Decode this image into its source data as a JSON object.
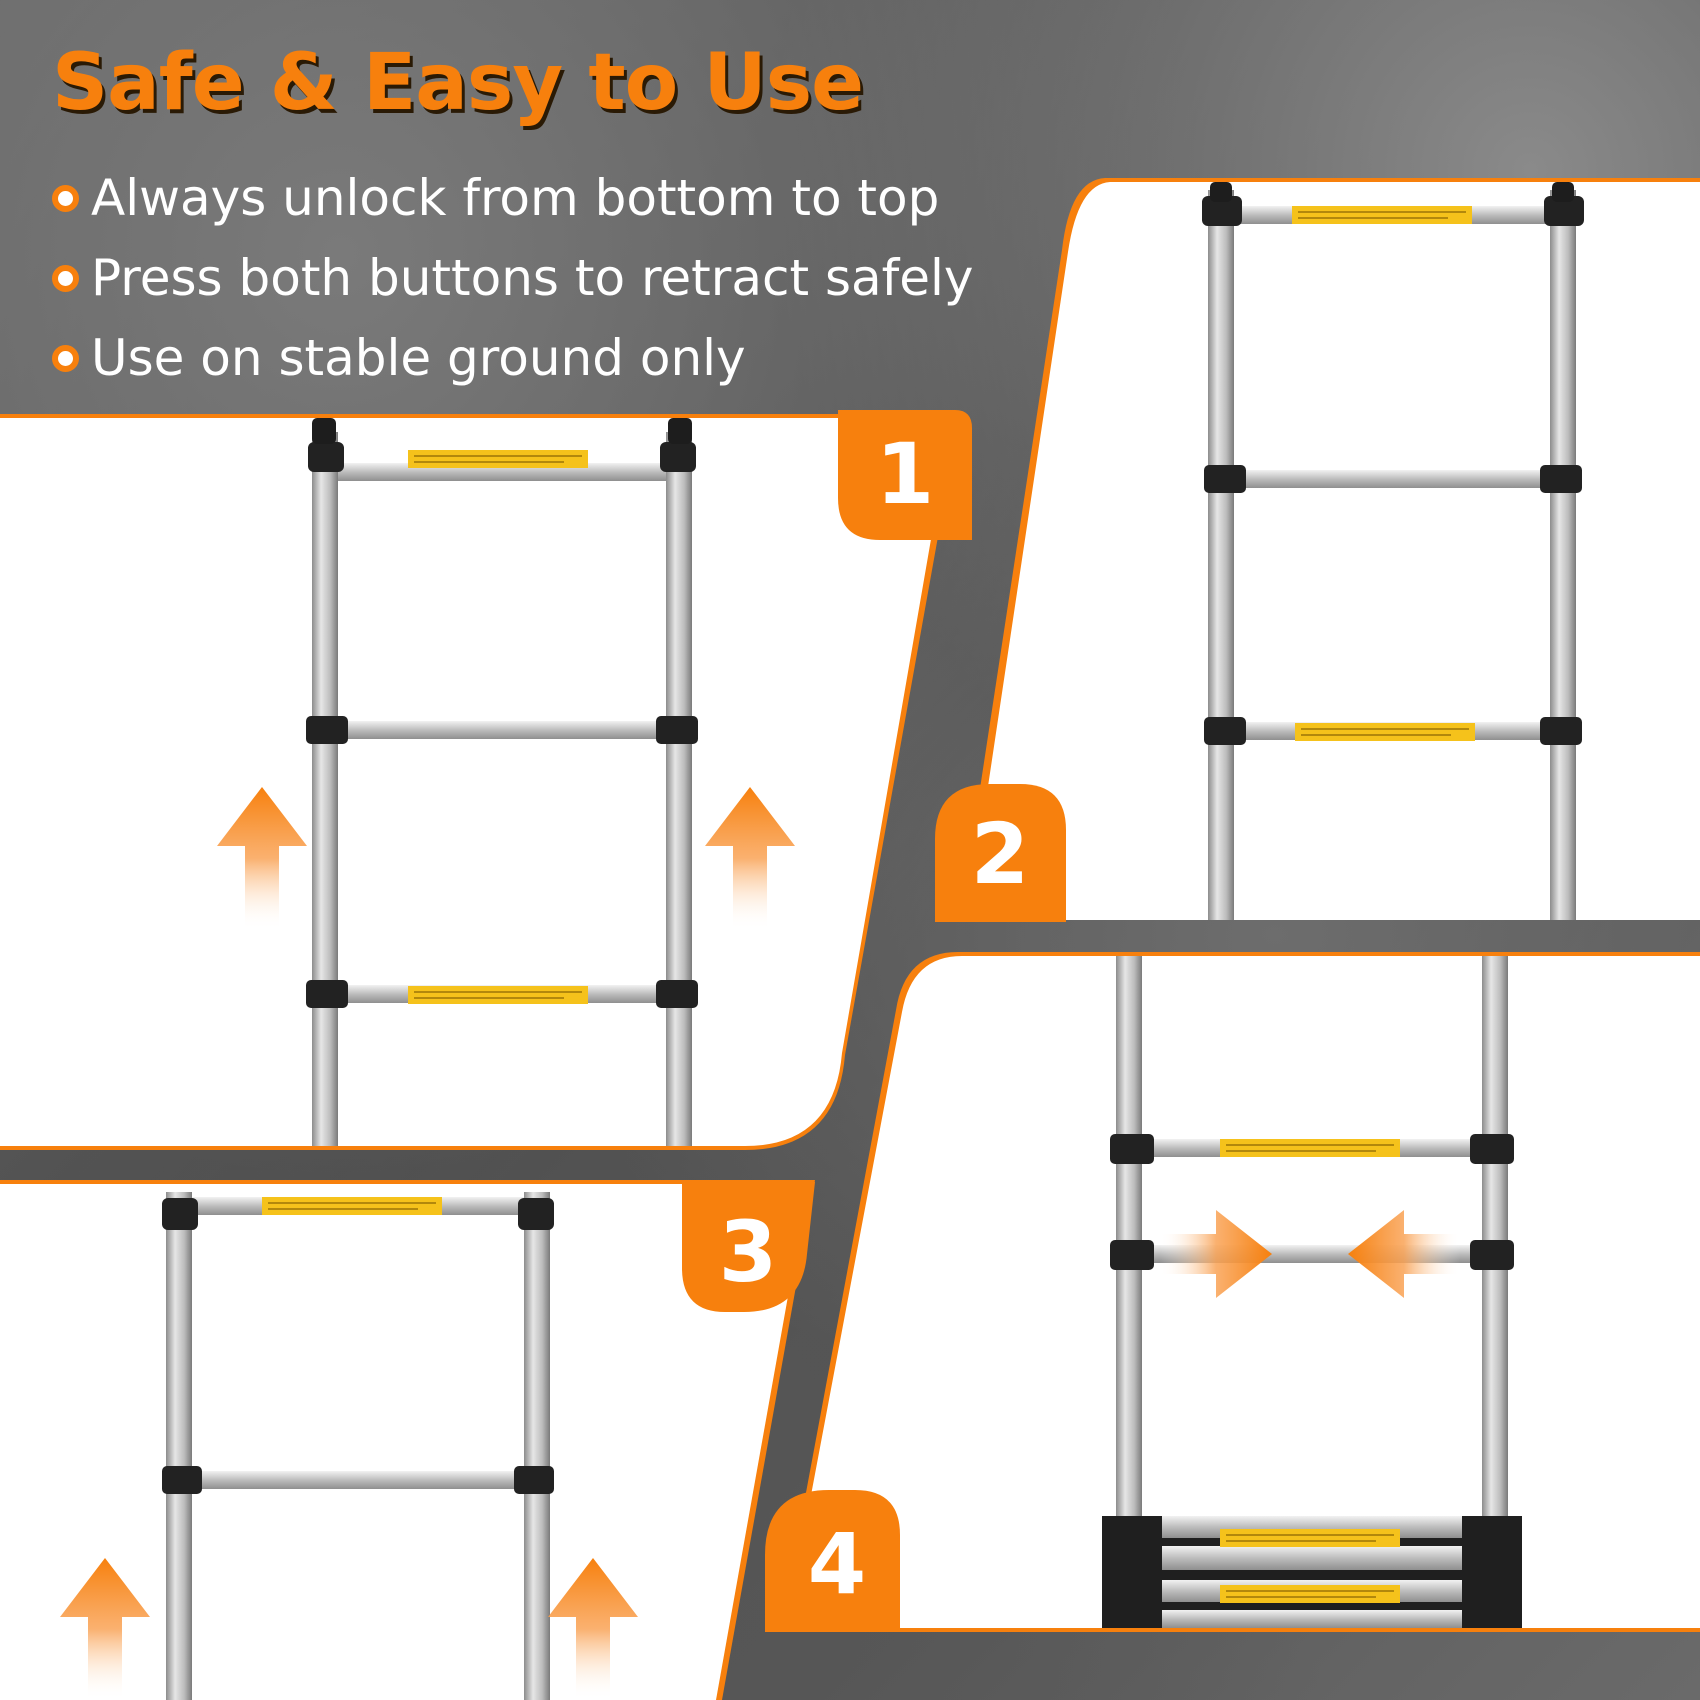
{
  "headline": "Safe & Easy to Use",
  "bullets": [
    "Always unlock from bottom to top",
    "Press both buttons to retract safely",
    "Use on stable ground only"
  ],
  "steps": [
    "1",
    "2",
    "3",
    "4"
  ],
  "colors": {
    "accent": "#f7800d",
    "background": "#5e5e5e",
    "panel": "#ffffff",
    "text": "#ffffff",
    "ladder_rail": "#c4c4c4",
    "ladder_clamp": "#222222",
    "warning_label": "#f5c21b"
  },
  "icons": [
    "bullet-dot-icon",
    "up-arrow-icon",
    "inward-arrow-icon"
  ]
}
